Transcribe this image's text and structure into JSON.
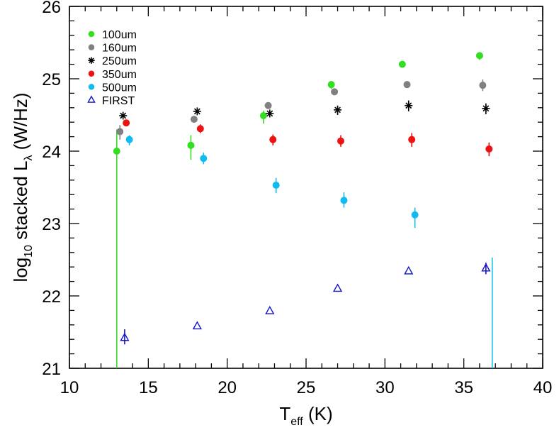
{
  "chart_data": {
    "type": "scatter",
    "xlim": [
      10,
      40
    ],
    "ylim": [
      21,
      26
    ],
    "x_ticks": [
      "10",
      "15",
      "20",
      "25",
      "30",
      "35",
      "40"
    ],
    "y_ticks": [
      "21",
      "22",
      "23",
      "24",
      "25",
      "26"
    ],
    "xlabel": {
      "base": "T",
      "sub": "eff",
      "unit": " (K)"
    },
    "ylabel": {
      "pre": "log",
      "sub1": "10",
      "mid": " stacked L",
      "sub2": "λ",
      "unit": " (W/Hz)"
    },
    "legend_position": "top-left",
    "series": [
      {
        "name": "100um",
        "color": "#33dd22",
        "marker": "dot",
        "points": [
          {
            "x": 13.0,
            "y": 24.0,
            "ylo": 21.0,
            "yhi": 24.3
          },
          {
            "x": 17.7,
            "y": 24.08,
            "ylo": 23.88,
            "yhi": 24.22
          },
          {
            "x": 22.3,
            "y": 24.49,
            "ylo": 24.38,
            "yhi": 24.56
          },
          {
            "x": 26.6,
            "y": 24.92,
            "ylo": 24.86,
            "yhi": 24.97
          },
          {
            "x": 31.1,
            "y": 25.2,
            "ylo": 25.2,
            "yhi": 25.2
          },
          {
            "x": 36.0,
            "y": 25.32,
            "ylo": 25.26,
            "yhi": 25.36
          }
        ]
      },
      {
        "name": "160um",
        "color": "#808080",
        "marker": "dot",
        "points": [
          {
            "x": 13.2,
            "y": 24.27,
            "ylo": 24.16,
            "yhi": 24.36
          },
          {
            "x": 17.9,
            "y": 24.44,
            "ylo": 24.44,
            "yhi": 24.44
          },
          {
            "x": 22.6,
            "y": 24.63,
            "ylo": 24.63,
            "yhi": 24.63
          },
          {
            "x": 26.8,
            "y": 24.82,
            "ylo": 24.82,
            "yhi": 24.82
          },
          {
            "x": 31.4,
            "y": 24.92,
            "ylo": 24.92,
            "yhi": 24.92
          },
          {
            "x": 36.2,
            "y": 24.91,
            "ylo": 24.83,
            "yhi": 24.99
          }
        ]
      },
      {
        "name": "250um",
        "color": "#000000",
        "marker": "asterisk",
        "points": [
          {
            "x": 13.4,
            "y": 24.49,
            "ylo": 24.49,
            "yhi": 24.49
          },
          {
            "x": 18.1,
            "y": 24.55,
            "ylo": 24.55,
            "yhi": 24.55
          },
          {
            "x": 22.7,
            "y": 24.52,
            "ylo": 24.52,
            "yhi": 24.52
          },
          {
            "x": 27.0,
            "y": 24.57,
            "ylo": 24.5,
            "yhi": 24.63
          },
          {
            "x": 31.5,
            "y": 24.63,
            "ylo": 24.55,
            "yhi": 24.7
          },
          {
            "x": 36.4,
            "y": 24.59,
            "ylo": 24.51,
            "yhi": 24.66
          }
        ]
      },
      {
        "name": "350um",
        "color": "#ee1111",
        "marker": "dot",
        "points": [
          {
            "x": 13.6,
            "y": 24.39,
            "ylo": 24.39,
            "yhi": 24.39
          },
          {
            "x": 18.3,
            "y": 24.31,
            "ylo": 24.25,
            "yhi": 24.37
          },
          {
            "x": 22.9,
            "y": 24.16,
            "ylo": 24.08,
            "yhi": 24.23
          },
          {
            "x": 27.2,
            "y": 24.14,
            "ylo": 24.06,
            "yhi": 24.22
          },
          {
            "x": 31.7,
            "y": 24.16,
            "ylo": 24.06,
            "yhi": 24.25
          },
          {
            "x": 36.6,
            "y": 24.03,
            "ylo": 23.93,
            "yhi": 24.12
          }
        ]
      },
      {
        "name": "500um",
        "color": "#11bbee",
        "marker": "dot",
        "points": [
          {
            "x": 13.8,
            "y": 24.16,
            "ylo": 24.08,
            "yhi": 24.22
          },
          {
            "x": 18.5,
            "y": 23.9,
            "ylo": 23.82,
            "yhi": 23.98
          },
          {
            "x": 23.1,
            "y": 23.53,
            "ylo": 23.42,
            "yhi": 23.63
          },
          {
            "x": 27.4,
            "y": 23.32,
            "ylo": 23.22,
            "yhi": 23.43
          },
          {
            "x": 31.9,
            "y": 23.12,
            "ylo": 22.94,
            "yhi": 23.22
          },
          {
            "x": 36.8,
            "y": 22.5,
            "ylo": 21.0,
            "yhi": 22.53,
            "hide_marker": true
          }
        ]
      },
      {
        "name": "FIRST",
        "color": "#1111cc",
        "marker": "triangle",
        "points": [
          {
            "x": 13.5,
            "y": 21.42,
            "ylo": 21.33,
            "yhi": 21.54
          },
          {
            "x": 18.1,
            "y": 21.58,
            "ylo": 21.58,
            "yhi": 21.58
          },
          {
            "x": 22.7,
            "y": 21.79,
            "ylo": 21.79,
            "yhi": 21.79
          },
          {
            "x": 27.0,
            "y": 22.1,
            "ylo": 22.1,
            "yhi": 22.1
          },
          {
            "x": 31.5,
            "y": 22.34,
            "ylo": 22.34,
            "yhi": 22.34
          },
          {
            "x": 36.4,
            "y": 22.38,
            "ylo": 22.3,
            "yhi": 22.46
          }
        ]
      }
    ]
  }
}
